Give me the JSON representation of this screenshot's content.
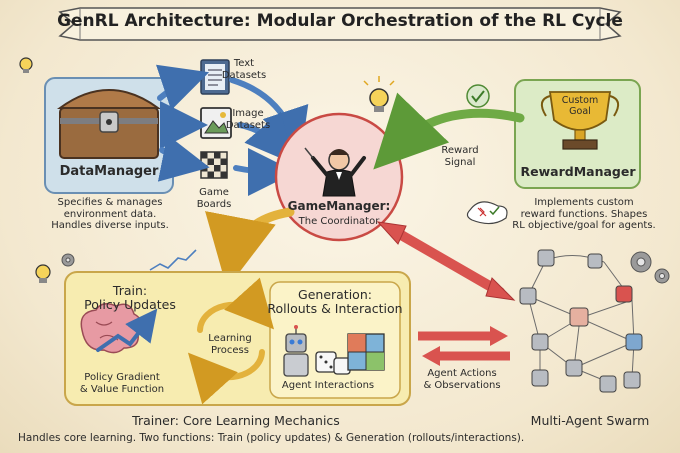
{
  "title": "GenRL Architecture: Modular Orchestration of the RL Cycle",
  "data_manager": {
    "name": "DataManager",
    "description_line1": "Specifies & manages",
    "description_line2": "environment data.",
    "description_line3": "Handles diverse inputs.",
    "inputs": [
      {
        "line1": "Text",
        "line2": "Datasets"
      },
      {
        "line1": "Image",
        "line2": "Datasets"
      },
      {
        "line1": "Game",
        "line2": "Boards"
      }
    ]
  },
  "game_manager": {
    "name": "GameManager:",
    "subtitle": "The Coordinator"
  },
  "reward_manager": {
    "name": "RewardManager",
    "trophy_line1": "Custom",
    "trophy_line2": "Goal",
    "signal_line1": "Reward",
    "signal_line2": "Signal",
    "description_line1": "Implements custom",
    "description_line2": "reward functions. Shapes",
    "description_line3": "RL objective/goal for agents."
  },
  "trainer": {
    "train_title_line1": "Train:",
    "train_title_line2": "Policy Updates",
    "train_caption_line1": "Policy Gradient",
    "train_caption_line2": "& Value Function",
    "loop_line1": "Learning",
    "loop_line2": "Process",
    "generation_title_line1": "Generation:",
    "generation_title_line2": "Rollouts & Interaction",
    "generation_caption": "Agent Interactions",
    "heading": "Trainer: Core Learning Mechanics",
    "description": "Handles core learning. Two functions: Train (policy updates) & Generation (rollouts/interactions)."
  },
  "swarm": {
    "name": "Multi-Agent Swarm",
    "exchange_line1": "Agent Actions",
    "exchange_line2": "& Observations"
  },
  "colors": {
    "data_manager_bg": "#cfe0ea",
    "reward_manager_bg": "#dcebc6",
    "game_manager_bg": "#f6d7d3",
    "trainer_bg": "#f7ecb0",
    "blue_arrow": "#4d7fbf",
    "green_arrow": "#6faa45",
    "red_arrow": "#d9534f",
    "yellow_arrow": "#e3b23c"
  },
  "icons": [
    "treasure-chest-icon",
    "document-icon",
    "image-icon",
    "chessboard-icon",
    "conductor-icon",
    "trophy-icon",
    "brain-icon",
    "robot-icon",
    "dice-icon",
    "puzzle-cube-icon",
    "lightbulb-icon",
    "gear-icon",
    "checkmark-icon"
  ]
}
